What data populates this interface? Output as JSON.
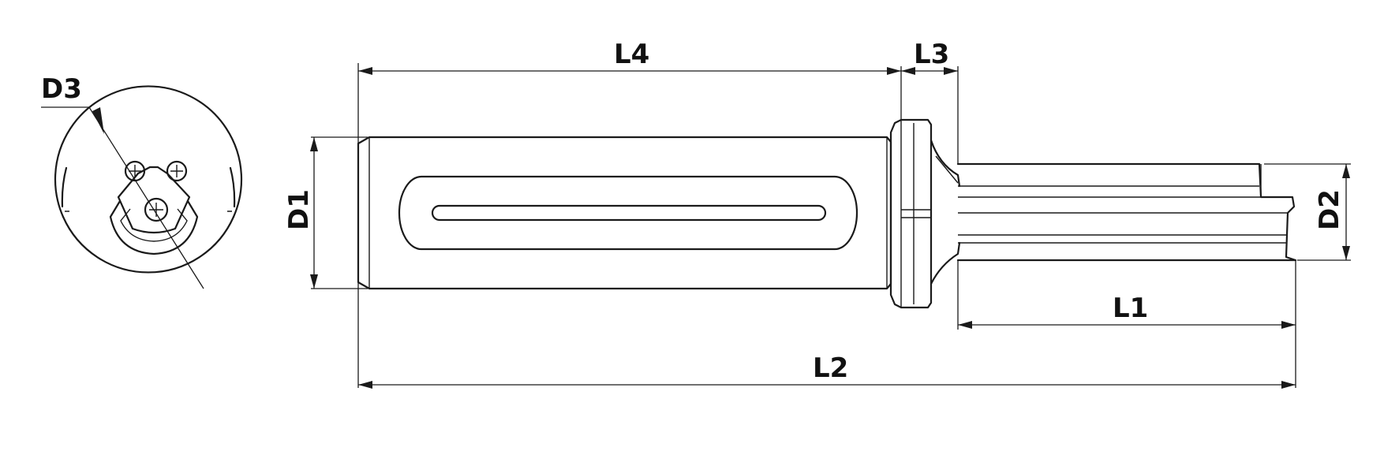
{
  "labels": {
    "d3": "D3",
    "d1": "D1",
    "d2": "D2",
    "l1": "L1",
    "l2": "L2",
    "l3": "L3",
    "l4": "L4"
  },
  "colors": {
    "line": "#1a1a1a",
    "background": "#ffffff"
  }
}
